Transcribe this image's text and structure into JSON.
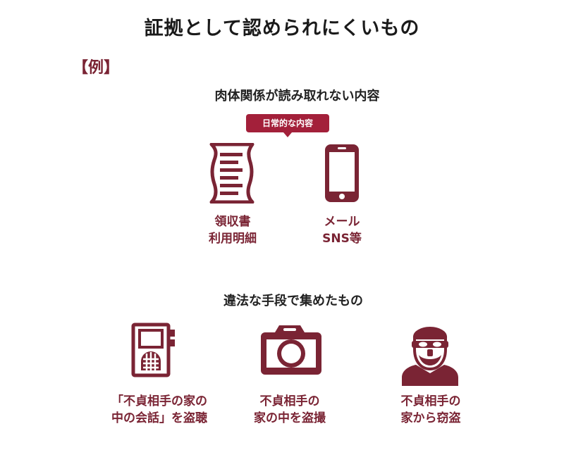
{
  "title": "証拠として認められにくいもの",
  "example_label": "【例】",
  "section1": {
    "heading": "肉体関係が読み取れない内容",
    "tag": "日常的な内容",
    "items": [
      {
        "icon": "receipt-icon",
        "line1": "領収書",
        "line2": "利用明細"
      },
      {
        "icon": "smartphone-icon",
        "line1": "メール",
        "line2": "SNS等"
      }
    ]
  },
  "section2": {
    "heading": "違法な手段で集めたもの",
    "items": [
      {
        "icon": "voice-recorder-icon",
        "line1": "「不貞相手の家の",
        "line2": "中の会話」を盗聴"
      },
      {
        "icon": "camera-icon",
        "line1": "不貞相手の",
        "line2": "家の中を盗撮"
      },
      {
        "icon": "burglar-icon",
        "line1": "不貞相手の",
        "line2": "家から窃盗"
      }
    ]
  },
  "colors": {
    "accent": "#7a2434",
    "tag_bg": "#a3203a",
    "text": "#1a1a1a"
  }
}
